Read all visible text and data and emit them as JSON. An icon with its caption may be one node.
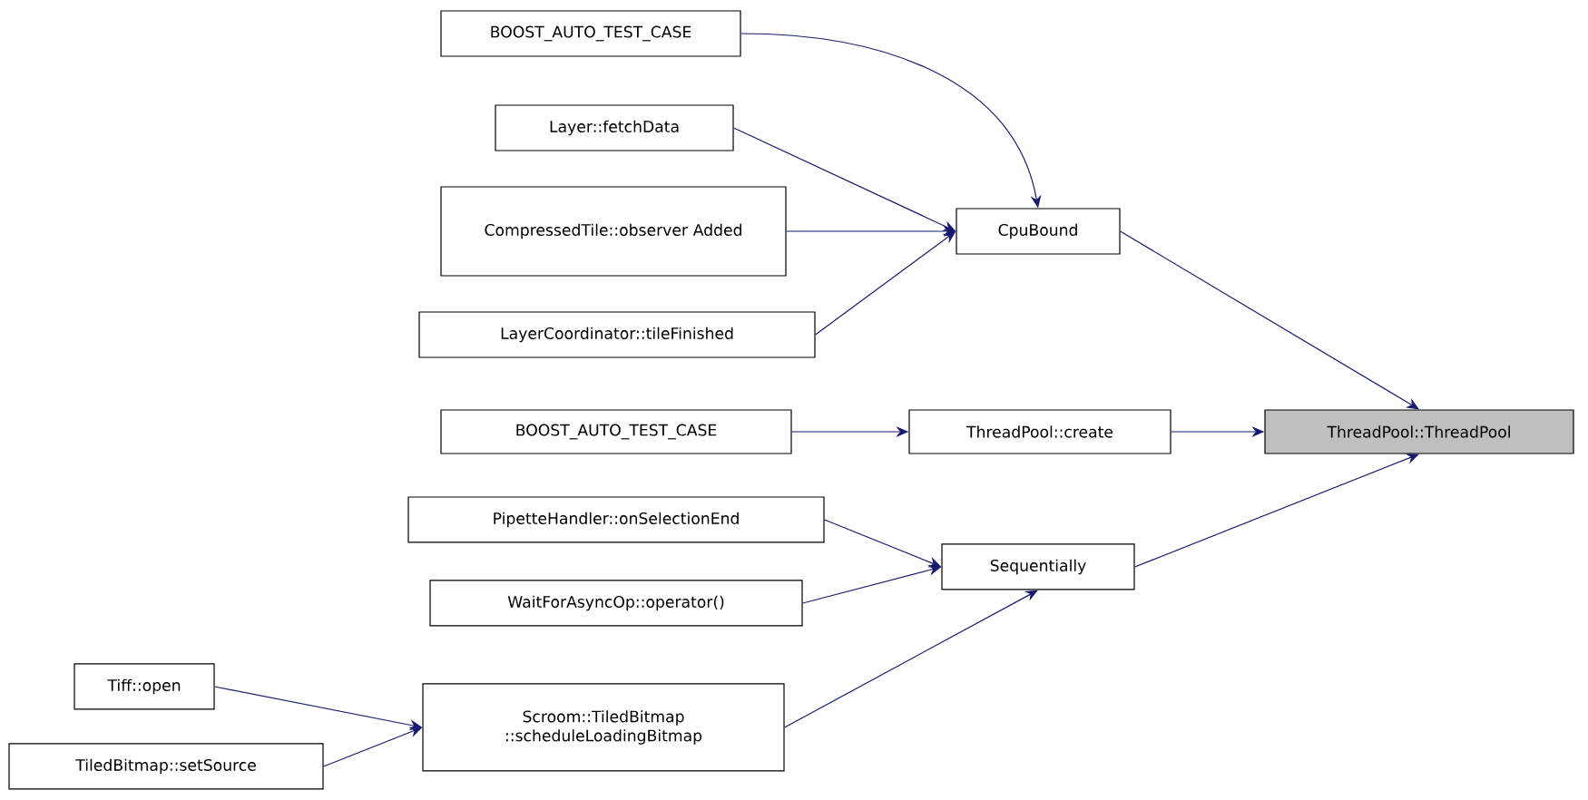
{
  "diagram": {
    "nodes": [
      {
        "text": [
          "ThreadPool::ThreadPool"
        ]
      },
      {
        "text": [
          "CpuBound"
        ]
      },
      {
        "text": [
          "BOOST_AUTO_TEST_CASE"
        ]
      },
      {
        "text": [
          "Layer::fetchData"
        ]
      },
      {
        "text": [
          "CompressedTile::observer Added"
        ]
      },
      {
        "text": [
          "LayerCoordinator::tileFinished"
        ]
      },
      {
        "text": [
          "ThreadPool::create"
        ]
      },
      {
        "text": [
          "BOOST_AUTO_TEST_CASE"
        ]
      },
      {
        "text": [
          "Sequentially"
        ]
      },
      {
        "text": [
          "PipetteHandler::onSelectionEnd"
        ]
      },
      {
        "text": [
          "WaitForAsyncOp::operator()"
        ]
      },
      {
        "text": [
          "Scroom::TiledBitmap ::scheduleLoadingBitmap"
        ]
      },
      {
        "text": [
          "Tiff::open"
        ]
      },
      {
        "text": [
          "TiledBitmap::setSource"
        ]
      }
    ],
    "edges": [
      {
        "from": 1,
        "to": 0,
        "arrow": "to"
      },
      {
        "from": 6,
        "to": 0,
        "arrow": "to"
      },
      {
        "from": 8,
        "to": 0,
        "arrow": "to"
      },
      {
        "from": 2,
        "to": 1,
        "arrow": "to"
      },
      {
        "from": 3,
        "to": 1,
        "arrow": "to"
      },
      {
        "from": 4,
        "to": 1,
        "arrow": "to"
      },
      {
        "from": 5,
        "to": 1,
        "arrow": "to"
      },
      {
        "from": 7,
        "to": 6,
        "arrow": "to"
      },
      {
        "from": 9,
        "to": 8,
        "arrow": "to"
      },
      {
        "from": 10,
        "to": 8,
        "arrow": "to"
      },
      {
        "from": 11,
        "to": 8,
        "arrow": "to"
      },
      {
        "from": 12,
        "to": 11,
        "arrow": "to"
      },
      {
        "from": 13,
        "to": 11,
        "arrow": "to"
      }
    ]
  }
}
